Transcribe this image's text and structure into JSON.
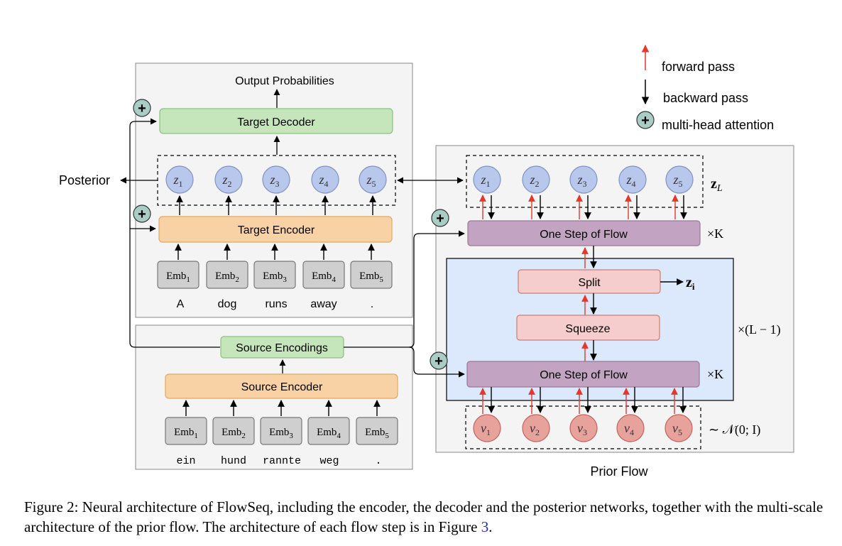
{
  "legend": {
    "forward": "forward pass",
    "backward": "backward pass",
    "attention": "multi-head attention",
    "forward_color": "#e2392f",
    "backward_color": "#000000"
  },
  "target": {
    "output_label": "Output Probabilities",
    "decoder_label": "Target Decoder",
    "encoder_label": "Target Encoder",
    "posterior_label": "Posterior",
    "z_sub": [
      "1",
      "2",
      "3",
      "4",
      "5"
    ],
    "emb_sub": [
      "1",
      "2",
      "3",
      "4",
      "5"
    ],
    "words": [
      "A",
      "dog",
      "runs",
      "away",
      "."
    ]
  },
  "source": {
    "encodings_label": "Source Encodings",
    "encoder_label": "Source Encoder",
    "emb_sub": [
      "1",
      "2",
      "3",
      "4",
      "5"
    ],
    "words": [
      "ein",
      "hund",
      "rannte",
      "weg",
      "."
    ]
  },
  "prior": {
    "title": "Prior Flow",
    "flow_step_label": "One Step of Flow",
    "split_label": "Split",
    "squeeze_label": "Squeeze",
    "times_k": "×K",
    "times_l": "×(L − 1)",
    "z_i": "z",
    "z_i_sub": "i",
    "z_l": "z",
    "z_l_sub": "L",
    "z_sub": [
      "1",
      "2",
      "3",
      "4",
      "5"
    ],
    "v_sub": [
      "1",
      "2",
      "3",
      "4",
      "5"
    ],
    "normal": "∼ 𝒩(0; I)"
  },
  "emb_text": "Emb",
  "caption": {
    "text": "Figure 2: Neural architecture of FlowSeq, including the encoder, the decoder and the posterior networks, together with the multi-scale architecture of the prior flow. The architecture of each flow step is in Figure ",
    "ref": "3",
    "end": "."
  },
  "colors": {
    "green": "#c5e6bb",
    "orange": "#f8d2a5",
    "purple": "#c2a3c1",
    "pink": "#f4cdcc",
    "blue_circle": "#b8c8ec",
    "red_circle": "#e8a29c",
    "gray_box": "#cfcfcf",
    "panel": "#f4f4f4",
    "inner_blue": "#dce8fb",
    "attention": "#a9cdc4"
  }
}
